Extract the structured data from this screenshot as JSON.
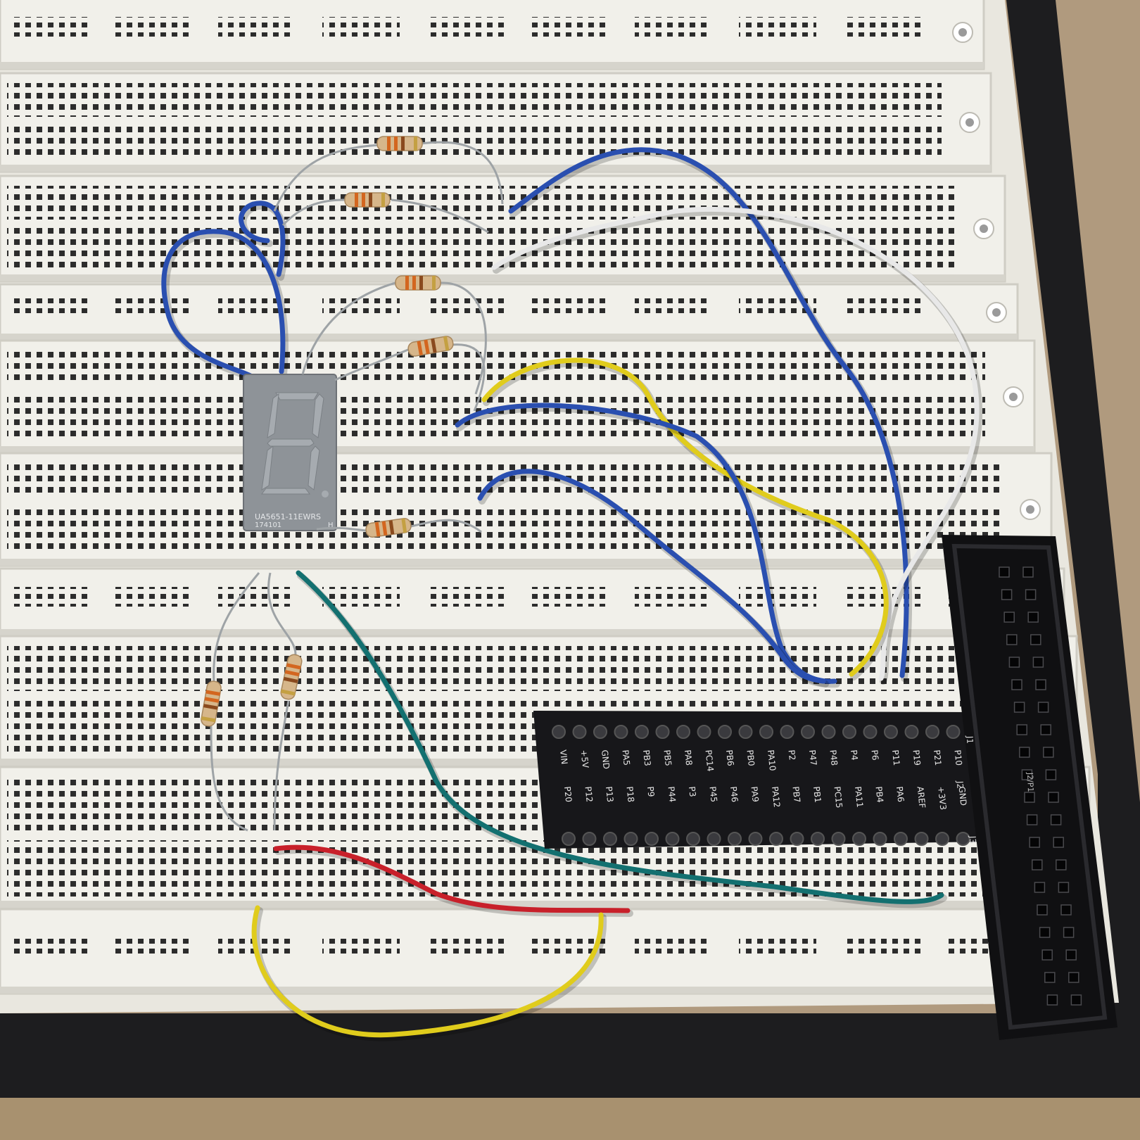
{
  "display": {
    "part_number": "UA5651-11EWRS",
    "lot_code": "174101",
    "mark": "H",
    "digit_color": "#8e9398"
  },
  "shield": {
    "top_row_labels": [
      "VIN",
      "+5V",
      "GND",
      "PA5",
      "PB3",
      "PB5",
      "PA8",
      "PC14",
      "PB6",
      "PB0",
      "PA10",
      "P2",
      "P47",
      "P48",
      "P4",
      "P6",
      "P11",
      "P19",
      "P21",
      "P10"
    ],
    "bottom_row_labels": [
      "P20",
      "P12",
      "P13",
      "P18",
      "P9",
      "P44",
      "P3",
      "P45",
      "P46",
      "PA9",
      "PA12",
      "PB7",
      "PB1",
      "PC15",
      "PA11",
      "PB4",
      "PA6",
      "AREF",
      "+3V3",
      "GND"
    ],
    "connector_labels": [
      "J1",
      "J2",
      "J3"
    ],
    "header_label": "J2/P1"
  },
  "colors": {
    "board": "#f1f0ea",
    "hole": "#2c2c2c",
    "mat": "#1d1d1f",
    "desk": "#b09a7e",
    "wire_blue": "#2a4fb0",
    "wire_white": "#e8e8e8",
    "wire_yellow": "#e0cc1c",
    "wire_red": "#c8202a",
    "wire_teal": "#137070",
    "pcb": "#17171a"
  }
}
